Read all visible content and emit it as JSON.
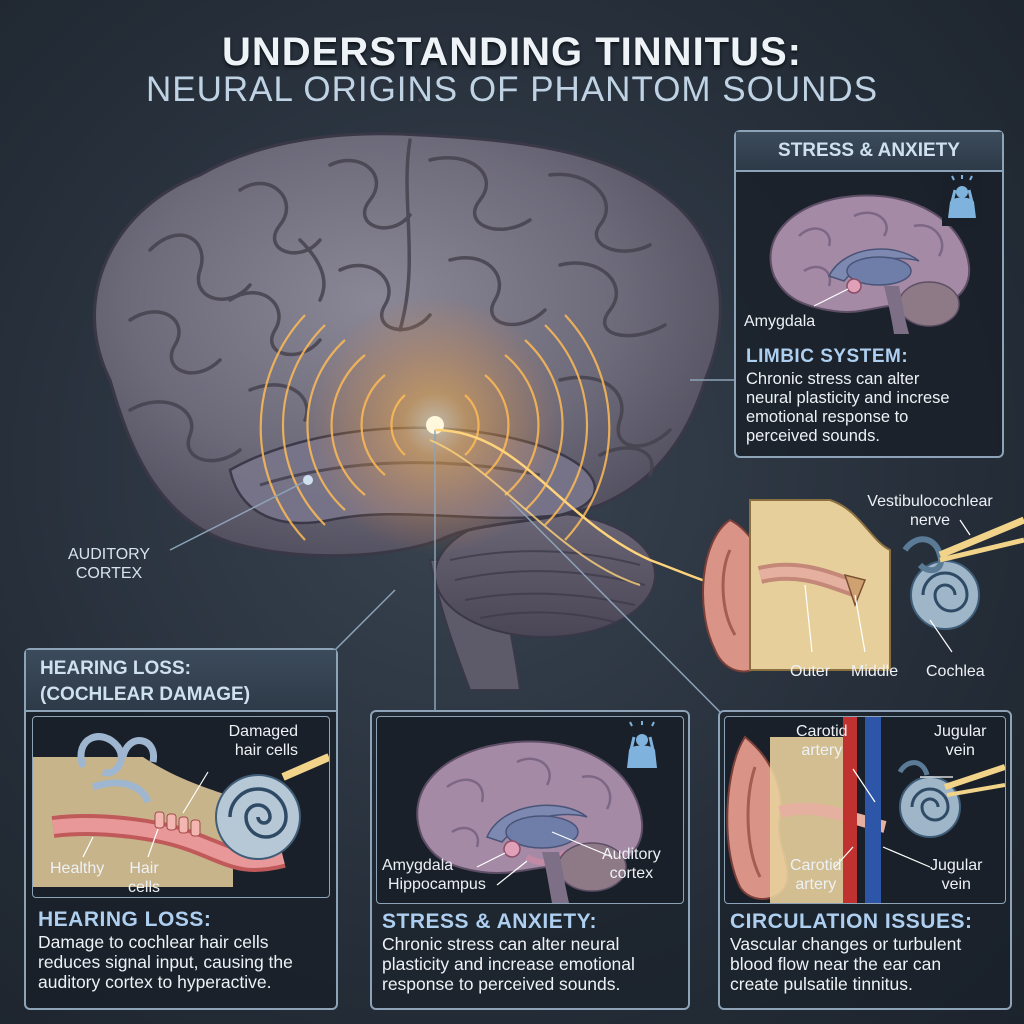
{
  "title": "UNDERSTANDING TINNITUS:",
  "subtitle": "NEURAL ORIGINS OF PHANTOM SOUNDS",
  "brain_label": {
    "line1": "AUDITORY",
    "line2": "CORTEX"
  },
  "stress_box": {
    "header": "STRESS & ANXIETY",
    "amygdala": "Amygdala",
    "heading": "LIMBIC SYSTEM:",
    "lines": [
      "Chronic stress can alter",
      "neural plasticity and increse",
      "emotional response to",
      "perceived sounds."
    ]
  },
  "ear": {
    "nerve1": "Vestibulocochlear",
    "nerve2": "nerve",
    "outer": "Outer",
    "middle": "Middle",
    "cochlea": "Cochlea"
  },
  "hearing_loss": {
    "header1": "HEARING LOSS:",
    "header2": "(COCHLEAR DAMAGE)",
    "damaged1": "Damaged",
    "damaged2": "hair cells",
    "healthy": "Healthy",
    "hair1": "Hair",
    "hair2": "cells",
    "heading": "HEARING LOSS:",
    "lines": [
      "Damage to cochlear hair cells",
      "reduces signal input, causing the",
      "auditory cortex to hyperactive."
    ]
  },
  "stress_panel": {
    "amygdala": "Amygdala",
    "hippocampus": "Hippocampus",
    "auditory1": "Auditory",
    "auditory2": "cortex",
    "heading": "STRESS & ANXIETY:",
    "lines": [
      "Chronic stress can alter neural",
      "plasticity and increase emotional",
      "response to perceived sounds."
    ]
  },
  "circulation": {
    "carotid_top1": "Carotid",
    "carotid_top2": "artery",
    "jugular_top1": "Jugular",
    "jugular_top2": "vein",
    "carotid_bot1": "Carotid",
    "carotid_bot2": "artery",
    "jugular_bot1": "Jugular",
    "jugular_bot2": "vein",
    "heading": "CIRCULATION ISSUES:",
    "lines": [
      "Vascular changes or turbulent",
      "blood flow near the ear can",
      "create pulsatile tinnitus."
    ]
  },
  "icons": [
    "stressed-person-icon",
    "stressed-person-icon"
  ]
}
